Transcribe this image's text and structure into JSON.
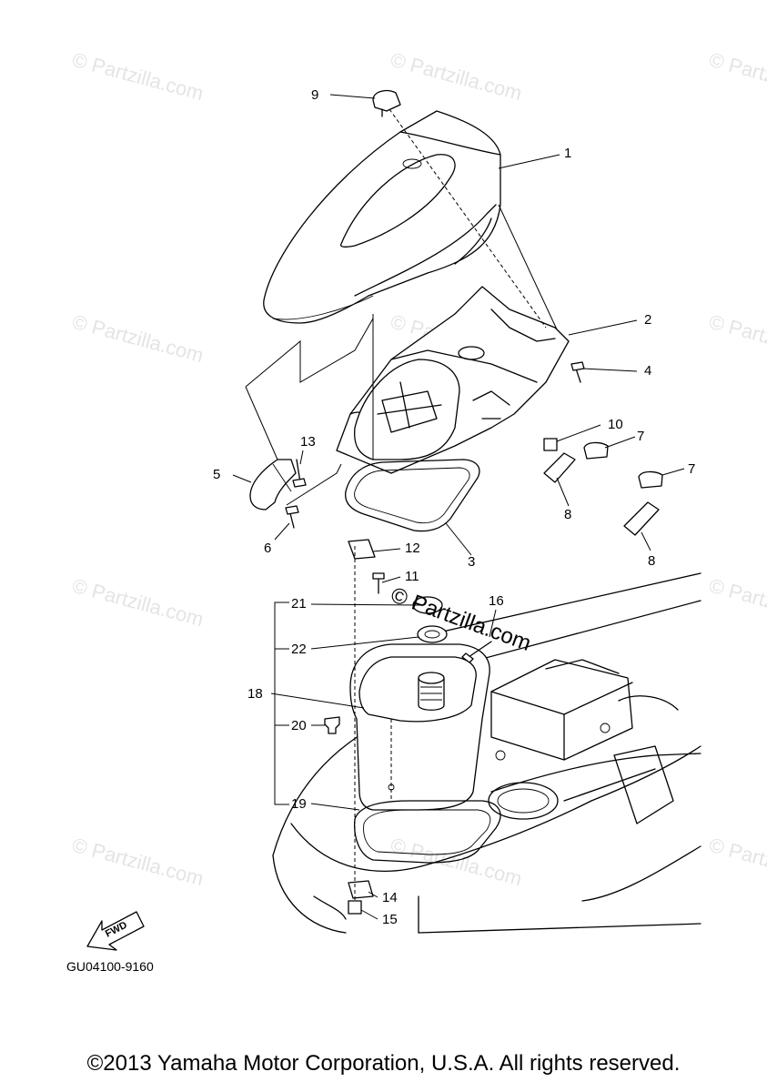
{
  "diagram": {
    "code": "GU04100-9160",
    "fwd_label": "FWD",
    "copyright": "©2013 Yamaha Motor Corporation, U.S.A. All rights reserved.",
    "center_watermark": "© Partzilla.com",
    "watermark_text": "© Partzilla.com",
    "callouts": [
      "1",
      "2",
      "3",
      "4",
      "5",
      "6",
      "7",
      "7",
      "8",
      "8",
      "9",
      "10",
      "11",
      "12",
      "13",
      "14",
      "15",
      "16",
      "18",
      "19",
      "20",
      "21",
      "22"
    ]
  }
}
